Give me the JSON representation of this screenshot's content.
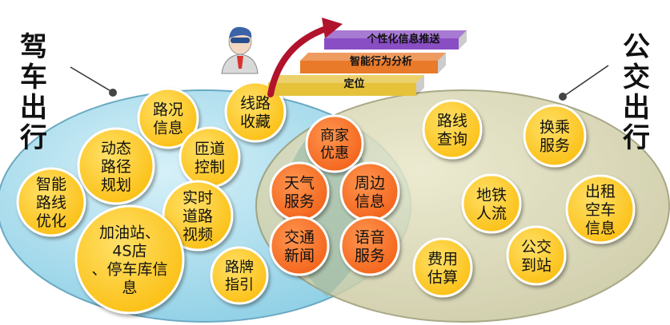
{
  "colors": {
    "drive_ellipse": "#8fd0e6",
    "bus_ellipse": "#c9c79f",
    "yellow_bubble": "#fbbf13",
    "orange_bubble": "#f3621a",
    "bubble_border": "#ffffff"
  },
  "left_title": "驾车出行",
  "right_title": "公交出行",
  "steps": [
    {
      "label": "个性化信息推送",
      "color": "#8a4ec4"
    },
    {
      "label": "智能行为分析",
      "color": "#e87a2a"
    },
    {
      "label": "定位",
      "color": "#e5c23a"
    }
  ],
  "drive_items": [
    "路况信息",
    "线路收藏",
    "动态路径规划",
    "匝道控制",
    "智能路线优化",
    "实时道路视频",
    "加油站、4S店、停车库信息",
    "路牌指引"
  ],
  "shared_items": [
    "商家优惠",
    "天气服务",
    "周边信息",
    "交通新闻",
    "语音服务"
  ],
  "bus_items": [
    "路线查询",
    "换乘服务",
    "地铁人流",
    "出租空车信息",
    "费用估算",
    "公交到站"
  ],
  "icons": {
    "person": "person-icon",
    "arrow": "curved-arrow-icon"
  }
}
